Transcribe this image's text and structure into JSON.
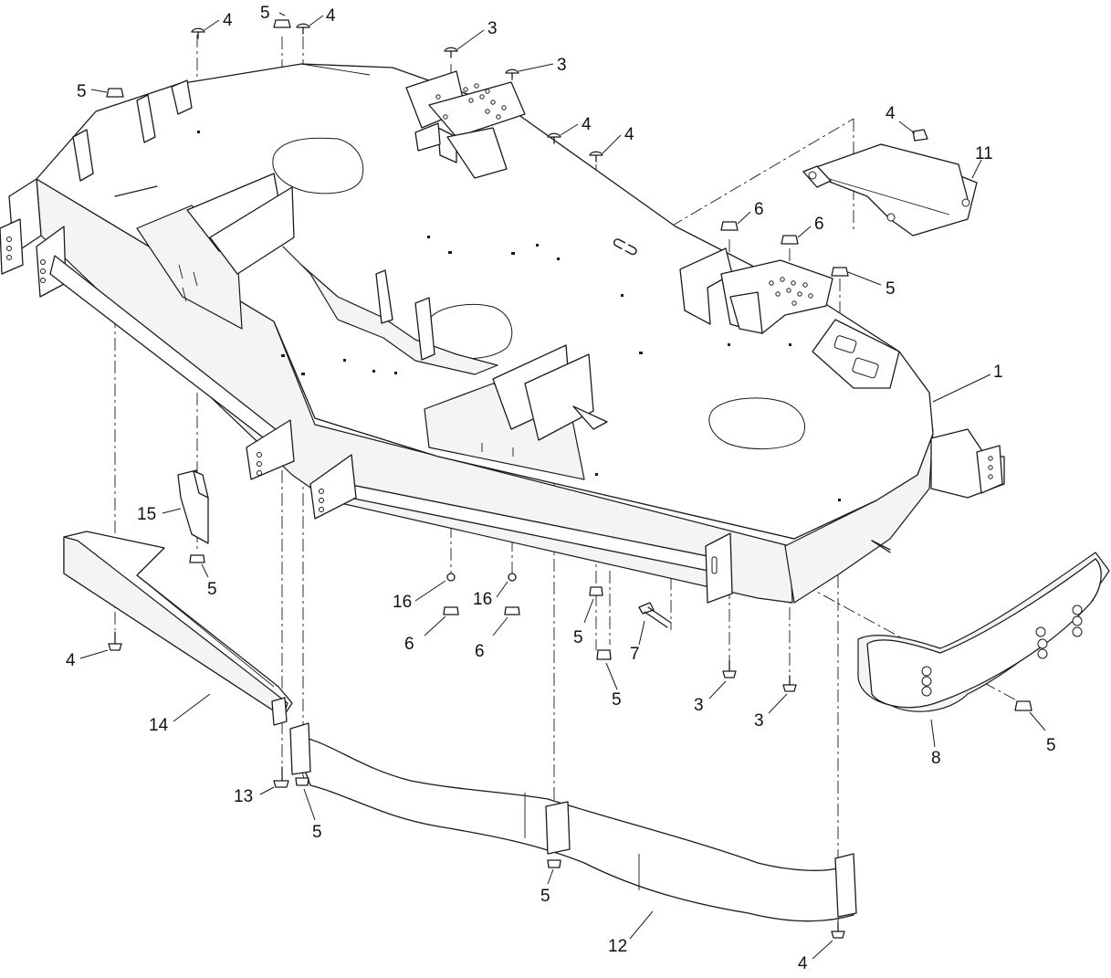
{
  "callouts": [
    {
      "id": "c-4-top-left",
      "label": "4"
    },
    {
      "id": "c-5-top",
      "label": "5"
    },
    {
      "id": "c-4-top",
      "label": "4"
    },
    {
      "id": "c-5-left",
      "label": "5"
    },
    {
      "id": "c-3-a",
      "label": "3"
    },
    {
      "id": "c-3-b",
      "label": "3"
    },
    {
      "id": "c-4-mid-a",
      "label": "4"
    },
    {
      "id": "c-4-mid-b",
      "label": "4"
    },
    {
      "id": "c-4-right",
      "label": "4"
    },
    {
      "id": "c-11",
      "label": "11"
    },
    {
      "id": "c-6-a",
      "label": "6"
    },
    {
      "id": "c-6-b",
      "label": "6"
    },
    {
      "id": "c-5-right",
      "label": "5"
    },
    {
      "id": "c-1",
      "label": "1"
    },
    {
      "id": "c-15",
      "label": "15"
    },
    {
      "id": "c-5-under-15",
      "label": "5"
    },
    {
      "id": "c-16-a",
      "label": "16"
    },
    {
      "id": "c-16-b",
      "label": "16"
    },
    {
      "id": "c-6-c",
      "label": "6"
    },
    {
      "id": "c-6-d",
      "label": "6"
    },
    {
      "id": "c-5-mid-a",
      "label": "5"
    },
    {
      "id": "c-7",
      "label": "7"
    },
    {
      "id": "c-5-mid-b",
      "label": "5"
    },
    {
      "id": "c-3-c",
      "label": "3"
    },
    {
      "id": "c-3-d",
      "label": "3"
    },
    {
      "id": "c-8",
      "label": "8"
    },
    {
      "id": "c-5-bumper",
      "label": "5"
    },
    {
      "id": "c-4-left",
      "label": "4"
    },
    {
      "id": "c-14",
      "label": "14"
    },
    {
      "id": "c-13",
      "label": "13"
    },
    {
      "id": "c-5-low-left",
      "label": "5"
    },
    {
      "id": "c-5-low-mid",
      "label": "5"
    },
    {
      "id": "c-12",
      "label": "12"
    },
    {
      "id": "c-4-bottom",
      "label": "4"
    }
  ]
}
